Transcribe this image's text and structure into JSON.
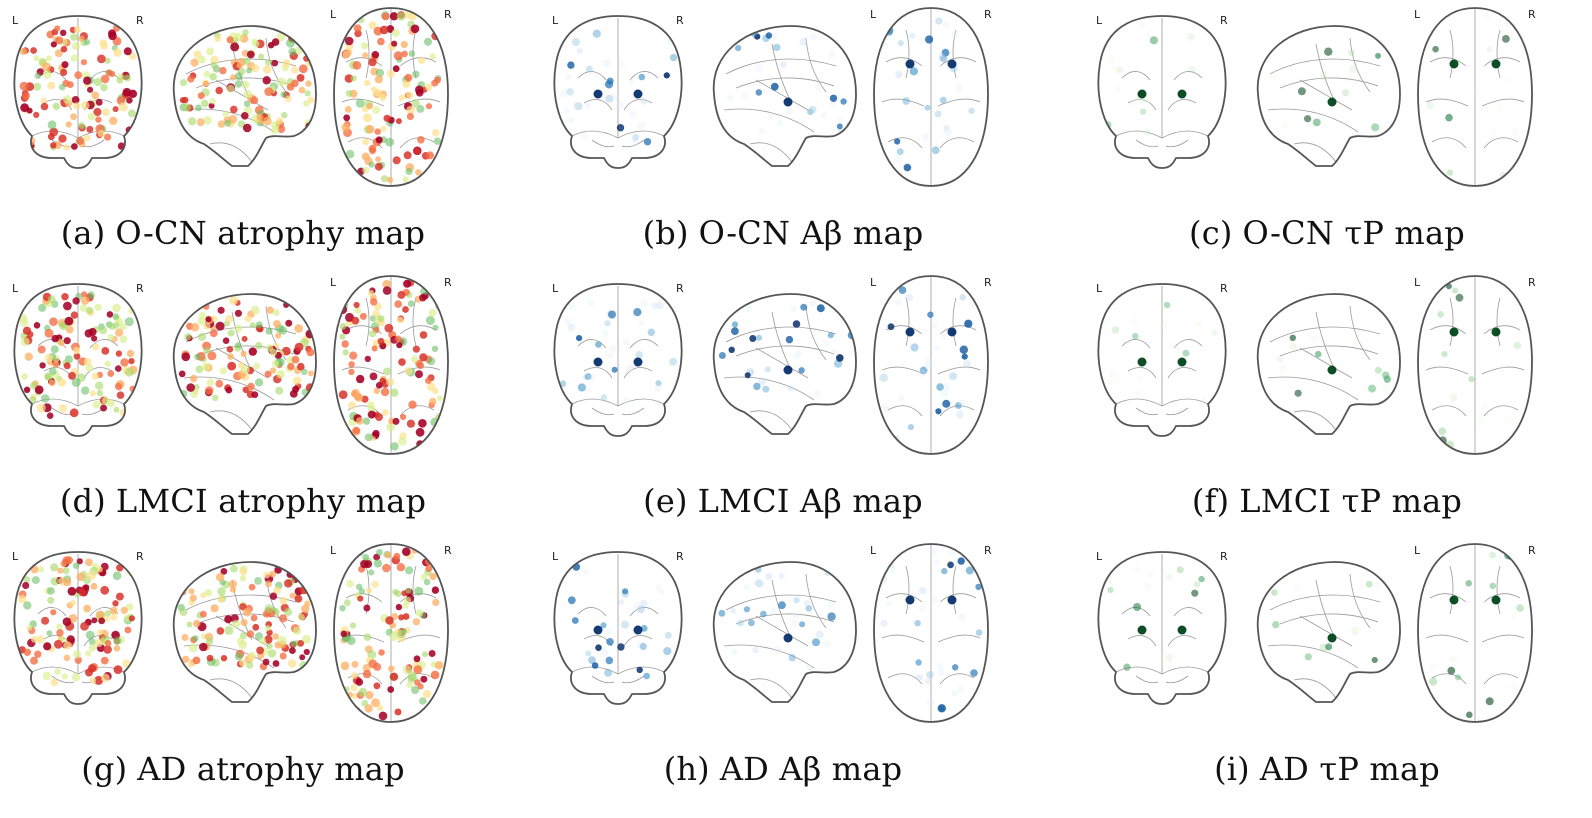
{
  "figure": {
    "panels": [
      {
        "id": "a",
        "tag": "(a)",
        "label": "O-CN atrophy map",
        "group": "O-CN",
        "measure": "atrophy",
        "palette": "atrophy",
        "seed": 11
      },
      {
        "id": "b",
        "tag": "(b)",
        "label": "O-CN Aβ map",
        "group": "O-CN",
        "measure": "Aβ",
        "palette": "amyloid",
        "seed": 23
      },
      {
        "id": "c",
        "tag": "(c)",
        "label": "O-CN τP map",
        "group": "O-CN",
        "measure": "τP",
        "palette": "tau",
        "seed": 37
      },
      {
        "id": "d",
        "tag": "(d)",
        "label": "LMCI atrophy map",
        "group": "LMCI",
        "measure": "atrophy",
        "palette": "atrophy",
        "seed": 41
      },
      {
        "id": "e",
        "tag": "(e)",
        "label": "LMCI Aβ map",
        "group": "LMCI",
        "measure": "Aβ",
        "palette": "amyloid",
        "seed": 53
      },
      {
        "id": "f",
        "tag": "(f)",
        "label": "LMCI τP map",
        "group": "LMCI",
        "measure": "τP",
        "palette": "tau",
        "seed": 67
      },
      {
        "id": "g",
        "tag": "(g)",
        "label": "AD atrophy map",
        "group": "AD",
        "measure": "atrophy",
        "palette": "atrophy",
        "seed": 71
      },
      {
        "id": "h",
        "tag": "(h)",
        "label": "AD Aβ map",
        "group": "AD",
        "measure": "Aβ",
        "palette": "amyloid",
        "seed": 83
      },
      {
        "id": "i",
        "tag": "(i)",
        "label": "AD τP map",
        "group": "AD",
        "measure": "τP",
        "palette": "tau",
        "seed": 97
      }
    ],
    "orientation_labels": {
      "left": "L",
      "right": "R"
    },
    "colors": {
      "outline": "#555555",
      "atrophy": [
        "#66bd63",
        "#a6d96a",
        "#d9ef8b",
        "#fee08b",
        "#fdae61",
        "#f46d43",
        "#d73027",
        "#a50026"
      ],
      "amyloid": [
        "#deebf7",
        "#c6dbef",
        "#9ecae1",
        "#6baed6",
        "#4292c6",
        "#2171b5",
        "#08519c",
        "#08306b"
      ],
      "tau": [
        "#e5f5e0",
        "#c7e9c0",
        "#a1d99b",
        "#74c476",
        "#41ab5d",
        "#238b45",
        "#006d2c",
        "#00441b"
      ]
    }
  }
}
